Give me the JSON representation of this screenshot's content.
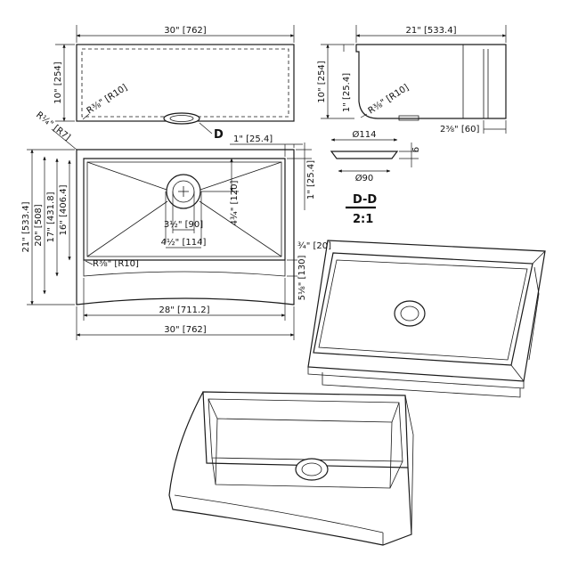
{
  "front_view": {
    "width_label": "30\" [762]",
    "height_label": "10\" [254]",
    "radius_label": "R⅜\" [R10]",
    "section_marker": "D"
  },
  "side_view": {
    "depth_label": "21\" [533.4]",
    "height_label": "10\" [254]",
    "lip_label": "1\" [25.4]",
    "radius_label": "R⅜\" [R10]",
    "offset_label": "2⅜\" [60]"
  },
  "drain_detail": {
    "outer_label": "Ø114",
    "inner_label": "Ø90",
    "thickness_label": "6",
    "section_title": "D-D",
    "scale": "2:1"
  },
  "top_view": {
    "corner_label": "R¼\" [R7]",
    "top_rim_label": "1\" [25.4]",
    "side_rim_label": "1\" [25.4]",
    "overall_depth_label": "21\" [533.4]",
    "basin_depth_label": "20\" [508]",
    "inner_depth_label": "17\" [431.8]",
    "bottom_depth_label": "16\" [406.4]",
    "drain_offset_label": "4¾\" [120]",
    "drain_hole_label": "3½\" [90]",
    "drain_flange_label": "4½\" [114]",
    "radius_label": "R⅜\" [R10]",
    "apron_top_label": "¾\" [20]",
    "apron_height_label": "5⅛\" [130]",
    "inner_width_label": "28\" [711.2]",
    "outer_width_label": "30\" [762]"
  }
}
